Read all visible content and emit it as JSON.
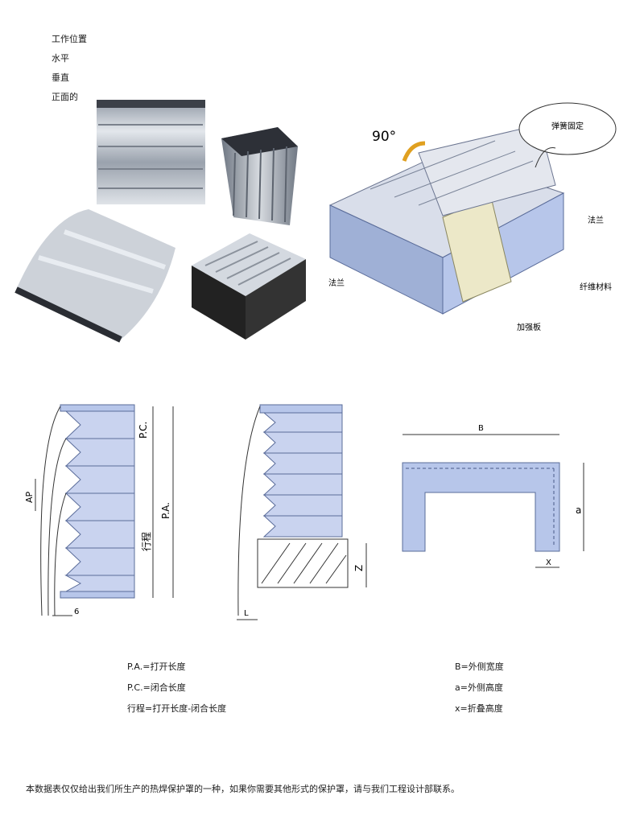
{
  "positions": {
    "title": "工作位置",
    "items": [
      "水平",
      "垂直",
      "正面的"
    ]
  },
  "assembly": {
    "angle": "90°",
    "callout": "弹簧固定",
    "labels": {
      "flange_right": "法兰",
      "flange_left": "法兰",
      "fiber": "纤维材料",
      "stiffener": "加强板"
    }
  },
  "diagrams": {
    "bellows": {
      "pc": "P.C.",
      "pa": "P.A.",
      "ap": "AP",
      "stroke": "行程",
      "six": "6"
    },
    "side": {
      "z": "Z",
      "l": "L"
    },
    "section": {
      "b": "B",
      "a": "a",
      "x": "X"
    }
  },
  "legend_left": [
    "P.A.=打开长度",
    "P.C.=闭合长度",
    "行程=打开长度-闭合长度"
  ],
  "legend_right": [
    "B=外侧宽度",
    "a=外侧高度",
    "x=折叠高度"
  ],
  "footer": "本数据表仅仅给出我们所生产的热焊保护罩的一种，如果你需要其他形式的保护罩，请与我们工程设计部联系。",
  "colors": {
    "fold_blue": "#b7c6ea",
    "fold_edge": "#5a6c9a",
    "metal": "#c9ced6"
  }
}
